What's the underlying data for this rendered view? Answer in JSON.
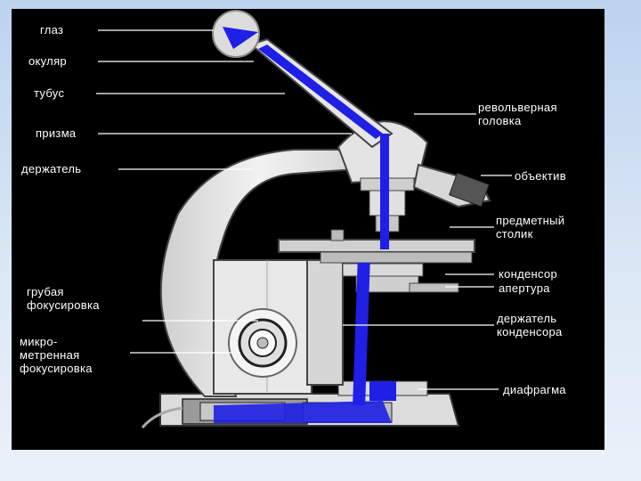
{
  "labels": {
    "eye": "глаз",
    "eyepiece": "окуляр",
    "tube": "тубус",
    "prism": "призма",
    "holder": "держатель",
    "coarse_focus": [
      "грубая",
      "фокусировка"
    ],
    "micro_focus": [
      "микро-",
      "метренная",
      "фокусировка"
    ],
    "revolver": [
      "револьверная",
      "головка"
    ],
    "objective": "объектив",
    "stage": [
      "предметный",
      "столик"
    ],
    "condenser": "конденсор",
    "aperture": "апертура",
    "condenser_holder": [
      "держатель",
      "конденсора"
    ],
    "diaphragm": "диафрагма"
  },
  "colors": {
    "background": "#000000",
    "light_beam": "#1f1fe6",
    "body": "#e6e6e6",
    "lines": "#ffffff"
  }
}
